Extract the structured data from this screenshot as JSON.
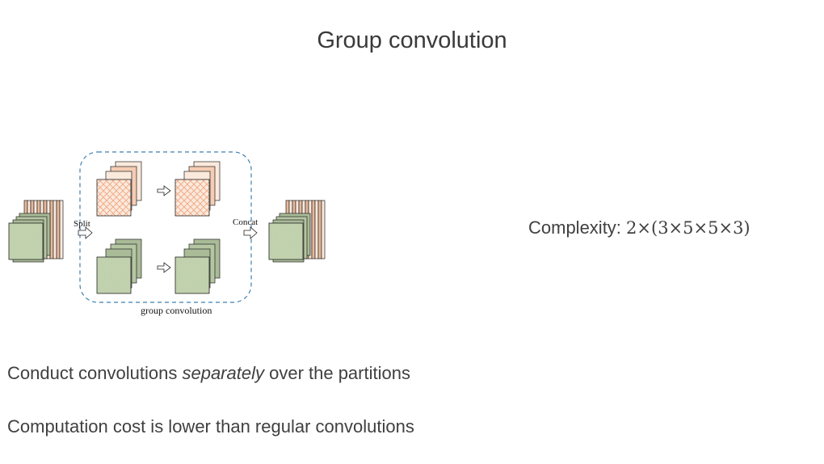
{
  "slide": {
    "title": "Group convolution",
    "diagram": {
      "split_label": "Split",
      "concat_label": "Concat",
      "group_label": "group convolution",
      "colors": {
        "green_face": "#c3d3b0",
        "orange_face": "#fbe9dc",
        "orange_pattern": "#f0a47e",
        "dashed_border": "#3d7fb0"
      }
    },
    "complexity": {
      "label": "Complexity: ",
      "formula": "2×(3×5×5×3)"
    },
    "bullets": [
      {
        "before": "Conduct convolutions ",
        "emphasis": "separately",
        "after": " over the partitions"
      },
      {
        "text": "Computation cost is lower than regular convolutions"
      }
    ]
  }
}
